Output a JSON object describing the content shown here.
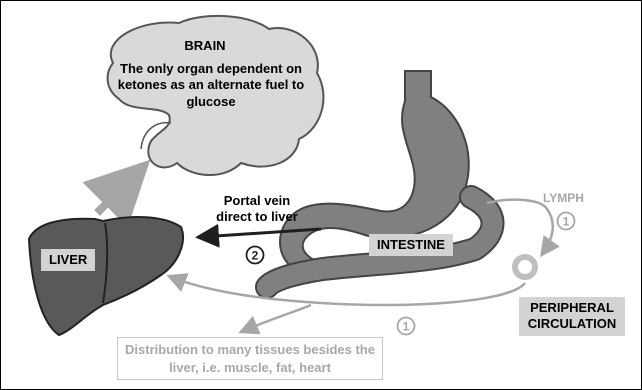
{
  "brain": {
    "title": "BRAIN",
    "description": "The only organ dependent on ketones as an alternate fuel to glucose"
  },
  "liver": {
    "label": "LIVER"
  },
  "intestine": {
    "label": "INTESTINE"
  },
  "portal": {
    "label": "Portal vein direct to liver",
    "step": "2"
  },
  "lymph": {
    "label": "LYMPH",
    "step": "1"
  },
  "peripheral": {
    "label": "PERIPHERAL CIRCULATION",
    "step": "1"
  },
  "distribution": {
    "label": "Distribution to many tissues besides the liver, i.e. muscle, fat, heart"
  },
  "colors": {
    "brain_fill": "#d9d9d9",
    "organ_fill": "#595959",
    "label_box": "#d3d3d3",
    "arrow_gray": "#a6a6a6",
    "portal_arrow": "#1f1f1f"
  }
}
